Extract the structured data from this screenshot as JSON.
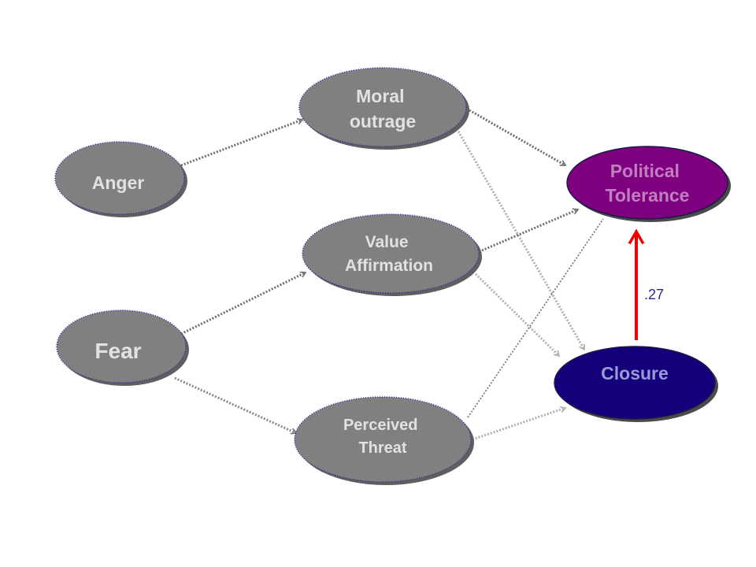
{
  "colors": {
    "gray_node": "#808080",
    "gray_node_shadow": "#5f5f5f",
    "node_border": "#2b2ba0",
    "gray_label": "#e2e2e2",
    "political_tolerance_fill": "#7f007f",
    "political_tolerance_label": "#c07fc0",
    "closure_fill": "#14007a",
    "closure_label": "#9a9ad8",
    "dark_arrow": "#6e6e6e",
    "light_arrow": "#b0b0b0",
    "highlight_arrow": "#ee0000",
    "coefficient_text": "#2b2b80"
  },
  "nodes": {
    "anger": {
      "lines": [
        "Anger"
      ]
    },
    "fear": {
      "lines": [
        "Fear"
      ]
    },
    "moral_outrage": {
      "lines": [
        "Moral",
        "outrage"
      ]
    },
    "value_affirmation": {
      "lines": [
        "Value",
        "Affirmation"
      ]
    },
    "perceived_threat": {
      "lines": [
        "Perceived",
        "Threat"
      ]
    },
    "political_tolerance": {
      "lines": [
        "Political",
        "Tolerance"
      ]
    },
    "closure": {
      "lines": [
        "Closure"
      ]
    }
  },
  "coefficient": ".27"
}
